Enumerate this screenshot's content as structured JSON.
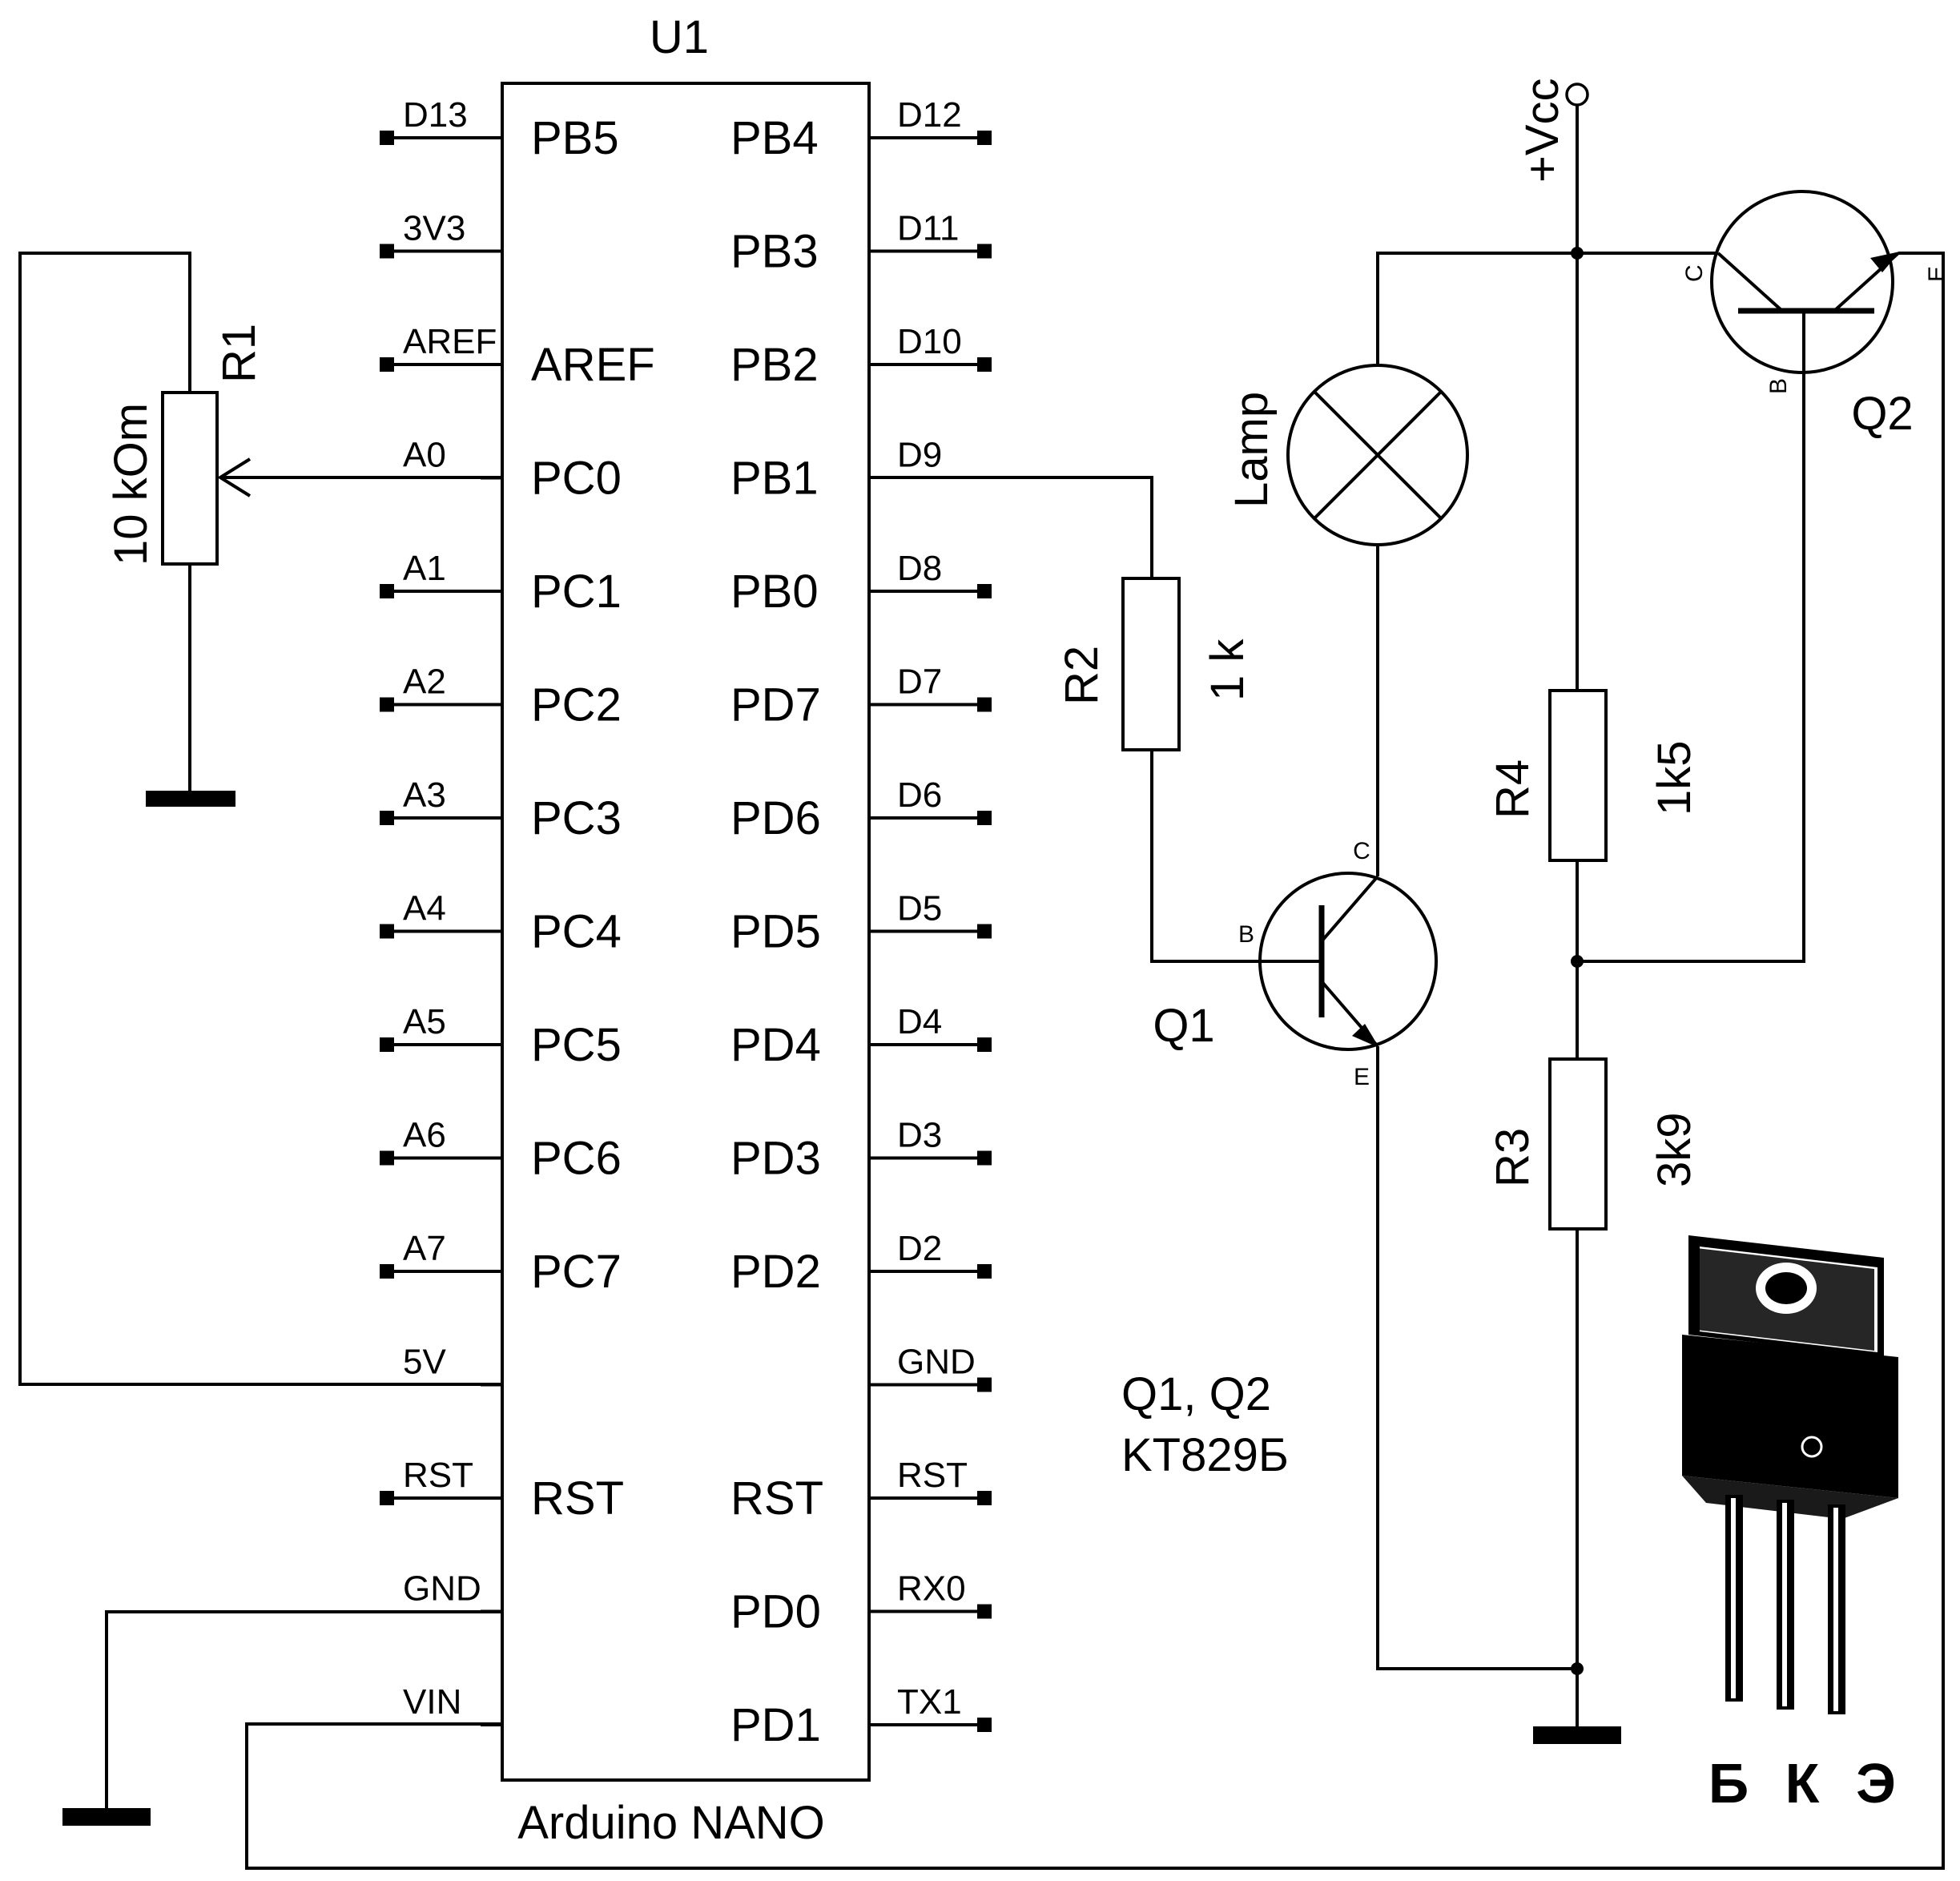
{
  "u1": {
    "ref": "U1",
    "name": "Arduino NANO",
    "left_pins": [
      {
        "label": "D13",
        "port": "PB5"
      },
      {
        "label": "3V3",
        "port": ""
      },
      {
        "label": "AREF",
        "port": "AREF"
      },
      {
        "label": "A0",
        "port": "PC0"
      },
      {
        "label": "A1",
        "port": "PC1"
      },
      {
        "label": "A2",
        "port": "PC2"
      },
      {
        "label": "A3",
        "port": "PC3"
      },
      {
        "label": "A4",
        "port": "PC4"
      },
      {
        "label": "A5",
        "port": "PC5"
      },
      {
        "label": "A6",
        "port": "PC6"
      },
      {
        "label": "A7",
        "port": "PC7"
      },
      {
        "label": "5V",
        "port": ""
      },
      {
        "label": "RST",
        "port": "RST"
      },
      {
        "label": "GND",
        "port": ""
      },
      {
        "label": "VIN",
        "port": ""
      }
    ],
    "right_pins": [
      {
        "label": "D12",
        "port": "PB4"
      },
      {
        "label": "D11",
        "port": "PB3"
      },
      {
        "label": "D10",
        "port": "PB2"
      },
      {
        "label": "D9",
        "port": "PB1"
      },
      {
        "label": "D8",
        "port": "PB0"
      },
      {
        "label": "D7",
        "port": "PD7"
      },
      {
        "label": "D6",
        "port": "PD6"
      },
      {
        "label": "D5",
        "port": "PD5"
      },
      {
        "label": "D4",
        "port": "PD4"
      },
      {
        "label": "D3",
        "port": "PD3"
      },
      {
        "label": "D2",
        "port": "PD2"
      },
      {
        "label": "GND",
        "port": ""
      },
      {
        "label": "RST",
        "port": "RST"
      },
      {
        "label": "RX0",
        "port": "PD0"
      },
      {
        "label": "TX1",
        "port": "PD1"
      }
    ]
  },
  "r1": {
    "ref": "R1",
    "value": "10 kOm"
  },
  "r2": {
    "ref": "R2",
    "value": "1 k"
  },
  "r3": {
    "ref": "R3",
    "value": "3k9"
  },
  "r4": {
    "ref": "R4",
    "value": "1k5"
  },
  "lamp": {
    "label": "Lamp"
  },
  "vcc": {
    "label": "+Vcc"
  },
  "q1": {
    "ref": "Q1",
    "b": "B",
    "c": "C",
    "e": "E"
  },
  "q2": {
    "ref": "Q2",
    "b": "B",
    "c": "C",
    "e": "E"
  },
  "note": {
    "line1": "Q1, Q2",
    "line2": "KT829Б"
  },
  "package": {
    "pin_b": "Б",
    "pin_k": "К",
    "pin_e": "Э"
  }
}
